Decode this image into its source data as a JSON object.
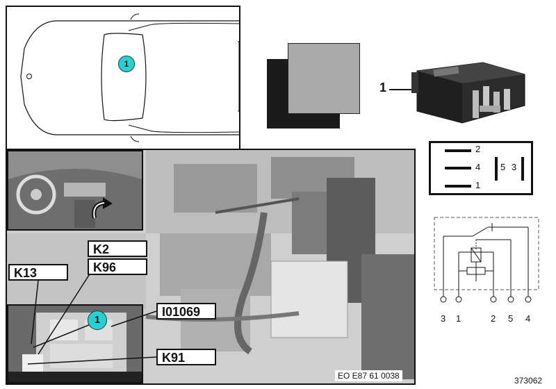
{
  "locator_callout": "1",
  "part_callout": "1",
  "pinout": {
    "pins": [
      "2",
      "4",
      "1",
      "5",
      "3"
    ]
  },
  "schematic_pins": [
    "3",
    "1",
    "2",
    "5",
    "4"
  ],
  "component_labels": [
    "K2",
    "K96",
    "K13",
    "I01069",
    "K91"
  ],
  "photo_callout": "1",
  "photo_code": "EO E87 61 0038",
  "diagram_number": "373062",
  "colors": {
    "callout": "#22d3d3"
  },
  "icons": [
    "car-outline-icon",
    "relay-icon",
    "arrow-icon"
  ]
}
